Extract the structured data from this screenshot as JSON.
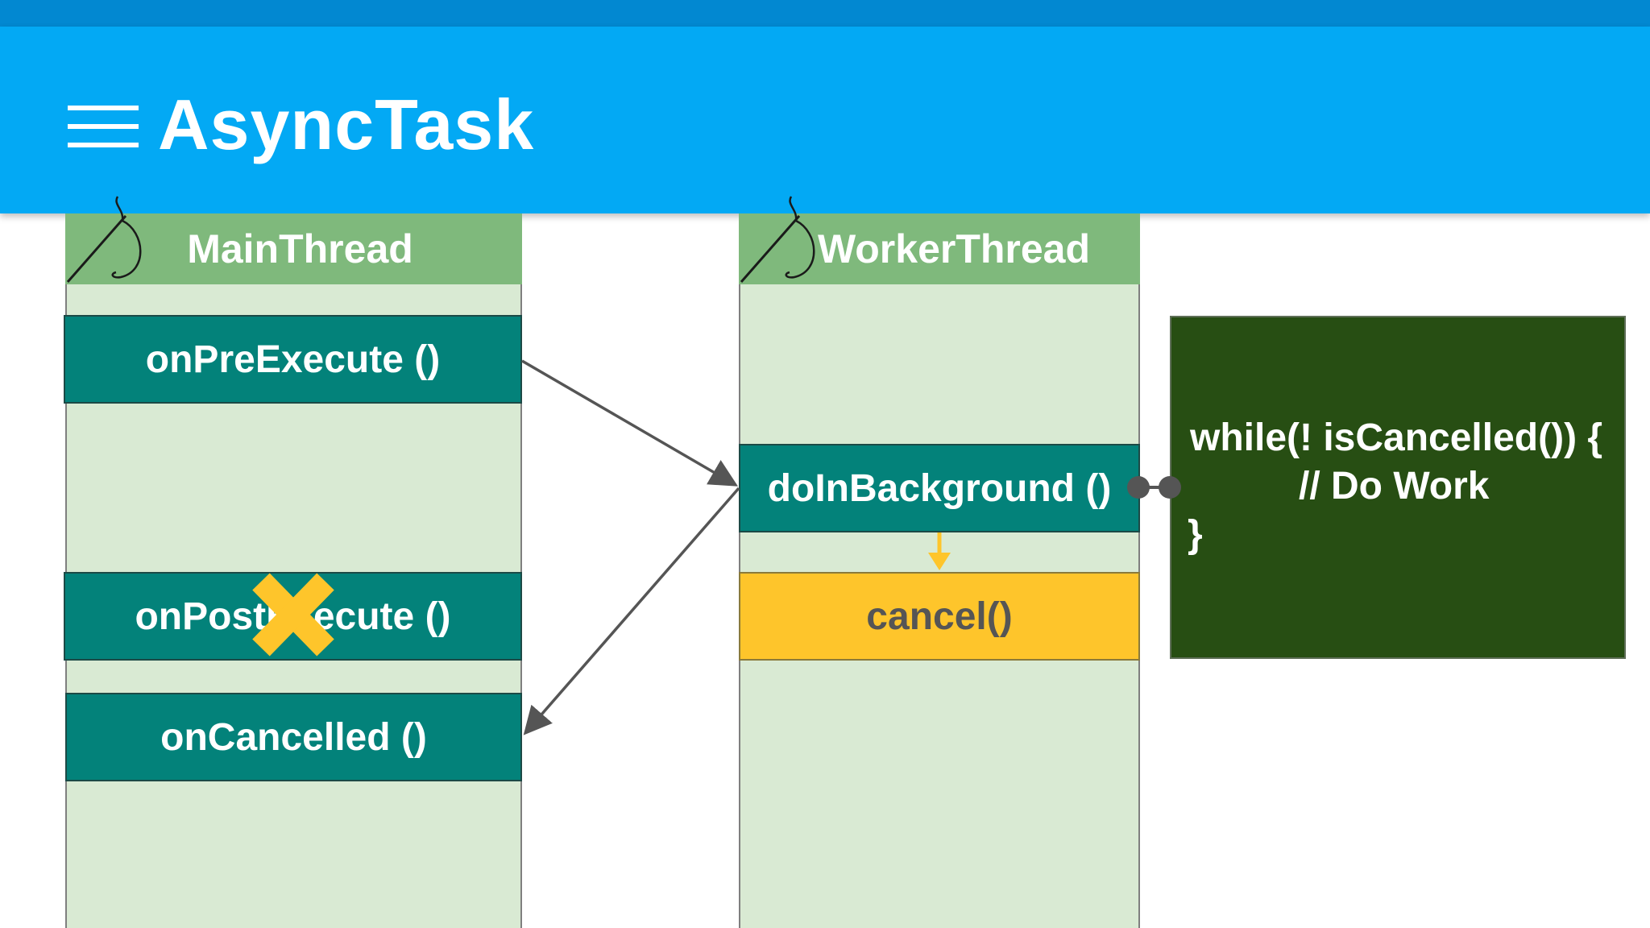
{
  "app_bar": {
    "title": "AsyncTask",
    "menu_icon": "menu-icon"
  },
  "main_thread": {
    "header": "MainThread",
    "methods": {
      "pre_execute": "onPreExecute ()",
      "post_execute": "onPostExecute ()",
      "cancelled": "onCancelled ()"
    }
  },
  "worker_thread": {
    "header": "WorkerThread",
    "methods": {
      "do_in_background": "doInBackground ()",
      "cancel": "cancel()"
    }
  },
  "code": {
    "line1": "while(! isCancelled()) {",
    "line2": "// Do Work",
    "line3": "}"
  },
  "colors": {
    "status_bar": "#0288d1",
    "app_bar": "#03a9f4",
    "column_fill": "#d9ead3",
    "header_fill": "#7fb97c",
    "method_block": "#03827a",
    "cancel_block": "#fec52b",
    "code_box": "#274e13",
    "cross_mark": "#fec52b",
    "arrow": "#555555"
  }
}
